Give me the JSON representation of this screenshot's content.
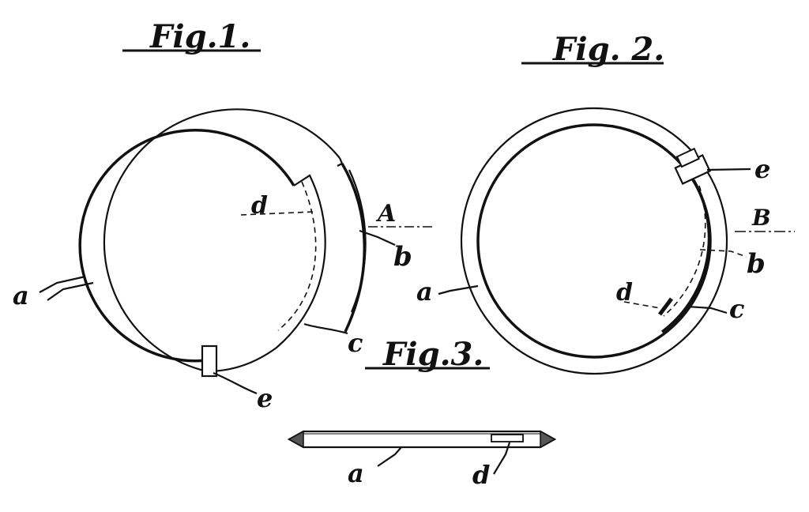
{
  "figures": {
    "fig1": {
      "title": "Fig.1.",
      "labels": {
        "a": "a",
        "b": "b",
        "c": "c",
        "d": "d",
        "e": "e",
        "section": "A"
      }
    },
    "fig2": {
      "title": "Fig. 2.",
      "labels": {
        "a": "a",
        "b": "b",
        "c": "c",
        "d": "d",
        "e": "e",
        "section": "B"
      }
    },
    "fig3": {
      "title": "Fig.3.",
      "labels": {
        "a": "a",
        "d": "d"
      }
    }
  }
}
